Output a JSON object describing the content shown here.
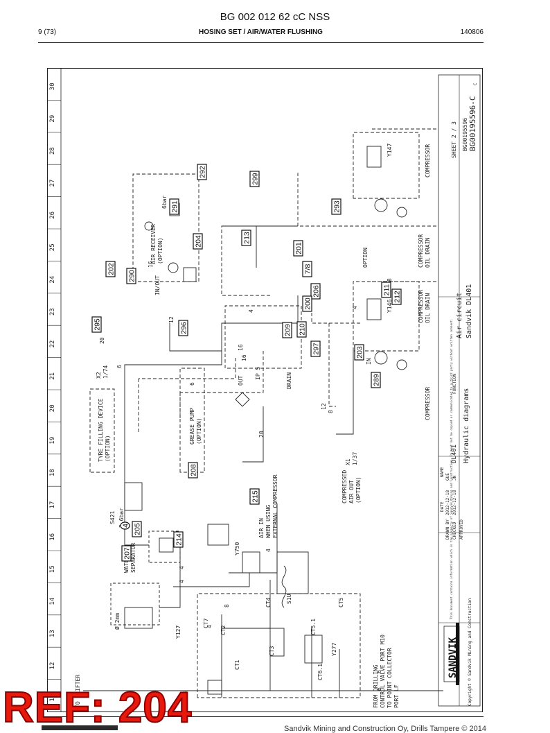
{
  "header": {
    "doc_code": "BG 002 012 62 cC NSS",
    "page": "9 (73)",
    "section": "HOSING SET / AIR/WATER FLUSHING",
    "date": "140806"
  },
  "grid_numbers": [
    "30",
    "29",
    "28",
    "27",
    "26",
    "25",
    "24",
    "23",
    "22",
    "21",
    "20",
    "19",
    "18",
    "17",
    "16",
    "15",
    "14",
    "13",
    "12",
    "11"
  ],
  "blocks": {
    "air_receiver": "AIR RECEIVER\n(OPTION)",
    "tyre_filling": "TYRE FILLING DEVICE\n(OPTION)",
    "grease_pump": "GREASE PUMP\n(OPTION)",
    "water_separator": "WATER\nSEPARATOR",
    "compressor_top": "COMPRESSOR",
    "compressor_bottom": "COMPRESSOR",
    "ext_compressor": "AIR IN\nWHEN USING\nEXTERNAL COMPRESSOR",
    "comp_air_out": "COMPRESSED\nAIR OUT\n(OPTION)",
    "to_drifter": "TO DRIFTER",
    "from_drilling": "FROM DRILLING\nCONTROL VALVE PORT M10",
    "to_point": "TO POINT COLLECTOR\nPORT LF",
    "oil_drain_1": "COMPRESSOR\nOIL DRAIN",
    "oil_drain_2": "COMPRESSOR\nOIL DRAIN"
  },
  "component_labels": {
    "y147": "Y147",
    "y146": "Y146",
    "y127": "Y127",
    "y750": "Y750",
    "y277": "Y277",
    "s421": "S421",
    "s421_val": "2.6bar",
    "x1": "X1",
    "x1_ref": "1/37",
    "x2": "X2",
    "x2_ref": "1/74",
    "ip5": "IP 5",
    "s1u": "S1U",
    "ct1": "CT1",
    "ct2": "CT2",
    "ct3": "CT3",
    "ct4": "CT4",
    "ct5": "CT5",
    "ct7": "CT7",
    "ct51": "CT5.1",
    "ct61": "CT6.1",
    "bar_6": "6bar",
    "bar_2": "Ø 2mm",
    "in": "IN",
    "out": "OUT",
    "drain": "DRAIN",
    "inout": "IN/OUT",
    "option": "OPTION"
  },
  "line_numbers": [
    "20",
    "16",
    "12",
    "4",
    "6",
    "8",
    "16",
    "16",
    "6",
    "20",
    "12",
    "8",
    "4",
    "4",
    "4",
    "8",
    "4",
    "4",
    "6",
    "6",
    "4"
  ],
  "ref_callouts": [
    "292",
    "291",
    "299",
    "293",
    "290",
    "202",
    "204",
    "213",
    "201",
    "7/8",
    "206",
    "211",
    "212",
    "295",
    "296",
    "209",
    "210",
    "200",
    "203",
    "297",
    "289",
    "208",
    "215",
    "205",
    "4",
    "207",
    "214"
  ],
  "title_block": {
    "sheet": "SHEET 2 / 3",
    "drawing_no": "BG00195596-C",
    "drawing_no_2": "BG00195596",
    "product": "Sandvik DL401",
    "title1": "Air circuit",
    "title2": "Hydraulic diagrams",
    "model": "DL401",
    "function": "FUNCTION",
    "drawn": "DRAWN BY",
    "checked": "CHECKED",
    "approved": "APPROVED",
    "date_h": "DATE",
    "name_h": "NAME",
    "date1": "2012-12-18",
    "date2": "2012-12-18",
    "name1": "GUE",
    "name2": "JN",
    "brand": "SANDVIK",
    "copyright": "Copyright © Sandvik Mining and Construction",
    "rev": "C",
    "notice": "This document contains information which is the property of Sandvik Mining and Construction. It must not be copied or communicated to a third party without written consent."
  },
  "stamp": "REF: 204",
  "footer": "Sandvik Mining and Construction Oy, Drills Tampere © 2014"
}
